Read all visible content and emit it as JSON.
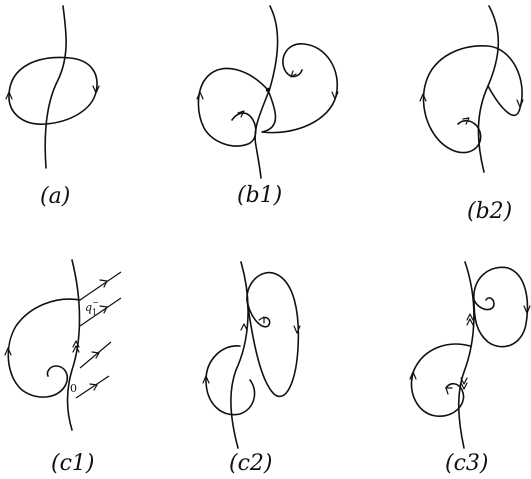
{
  "panels": {
    "a": {
      "label": "(a)"
    },
    "b1": {
      "label": "(b1)"
    },
    "b2": {
      "label": "(b2)"
    },
    "c1": {
      "label": "(c1)",
      "point_q": "q",
      "point_q_sub": "1",
      "point_q_sup": "−",
      "point_zero": "0"
    },
    "c2": {
      "label": "(c2)"
    },
    "c3": {
      "label": "(c3)"
    }
  }
}
